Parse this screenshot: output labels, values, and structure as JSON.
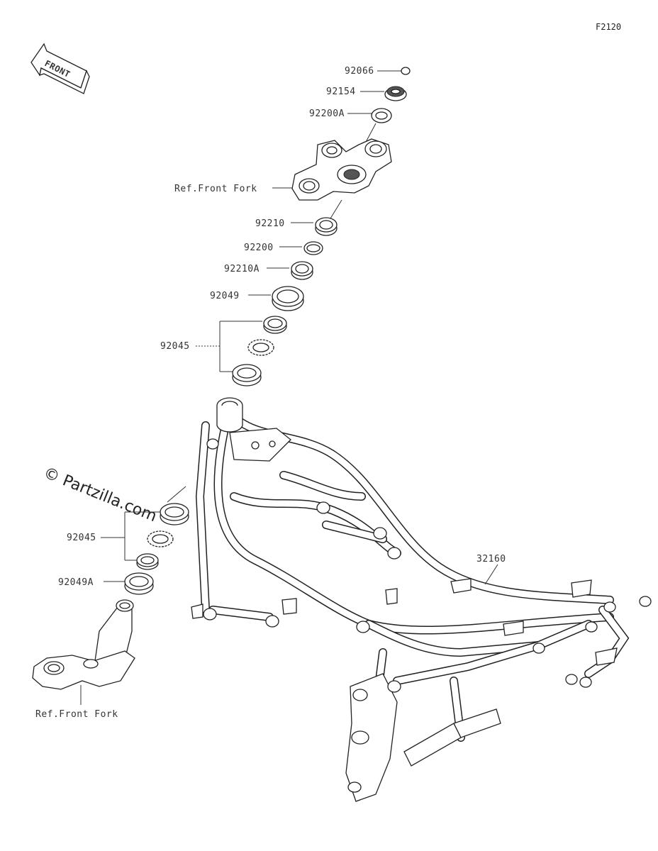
{
  "figure_code": "F2120",
  "direction_label": "FRONT",
  "watermark": "© Partzilla.com",
  "ref_labels": {
    "top_bracket": "Ref.Front Fork",
    "stem": "Ref.Front Fork"
  },
  "parts": {
    "cap": "92066",
    "nut": "92154",
    "washer_a": "92200A",
    "nut_upper": "92210",
    "washer": "92200",
    "nut_lower": "92210A",
    "seal_upper": "92049",
    "bearing_upper": "92045",
    "bearing_lower": "92045",
    "seal_lower": "92049A",
    "frame": "32160"
  }
}
